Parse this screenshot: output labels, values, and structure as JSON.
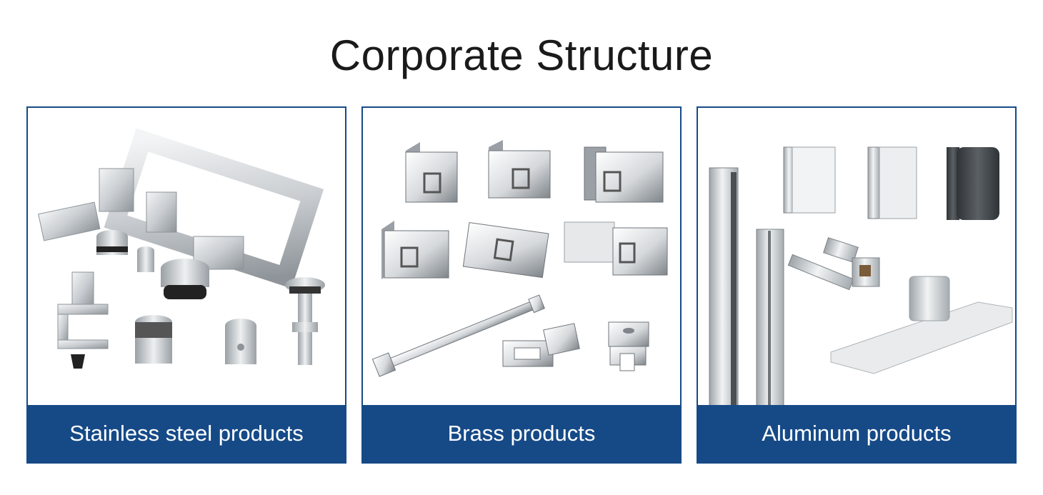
{
  "header": {
    "title": "Corporate Structure"
  },
  "colors": {
    "accent": "#164a87",
    "text": "#1a1a1a",
    "metal_light": "#e6e8ea",
    "metal_mid": "#b9bdc1",
    "metal_dark": "#7d8388",
    "rubber": "#222222"
  },
  "categories": [
    {
      "caption": "Stainless steel products",
      "image": "stainless-steel-fittings-photo"
    },
    {
      "caption": "Brass products",
      "image": "brass-hinges-photo"
    },
    {
      "caption": "Aluminum products",
      "image": "aluminum-profiles-photo"
    }
  ]
}
